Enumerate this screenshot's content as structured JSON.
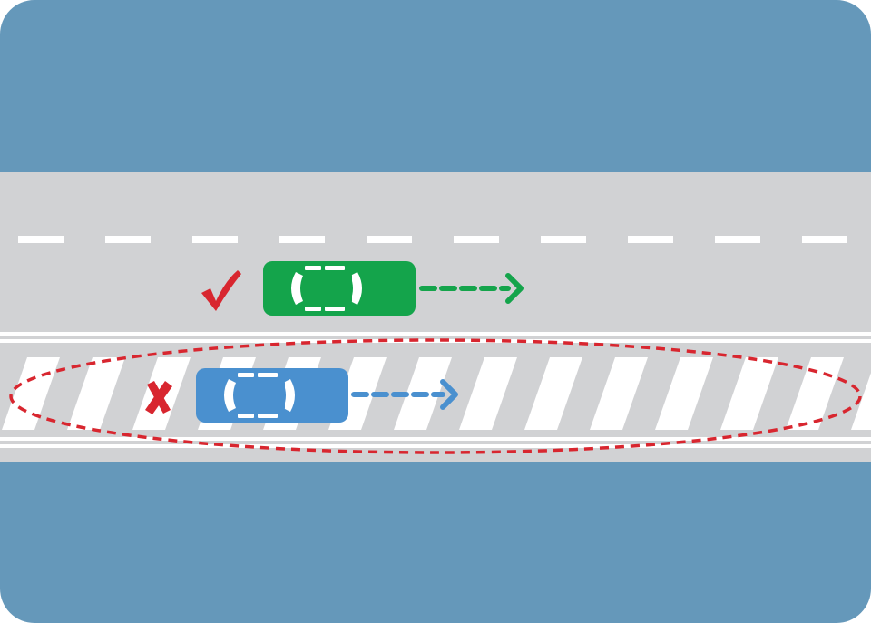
{
  "colors": {
    "water": "#6598ba",
    "road": "#d1d2d4",
    "lane_marking": "#ffffff",
    "hatch_stripe": "#ffffff",
    "correct_car": "#14a44b",
    "correct_car_window": "#ffffff",
    "wrong_car": "#4a90cf",
    "wrong_car_window": "#ffffff",
    "check_mark": "#d8262f",
    "cross_mark": "#d8262f",
    "no_go_zone_outline": "#d8262f",
    "green_arrow": "#14a44b",
    "blue_arrow": "#4a90cf"
  },
  "icons": {
    "correct_indicator": "check-mark-icon",
    "wrong_indicator": "cross-mark-icon",
    "correct_direction": "arrow-right-icon",
    "wrong_direction": "arrow-right-icon"
  },
  "scene": {
    "correct_car": {
      "state": "correct",
      "lane": "main-lane"
    },
    "wrong_car": {
      "state": "wrong",
      "lane": "hatched-area"
    }
  }
}
